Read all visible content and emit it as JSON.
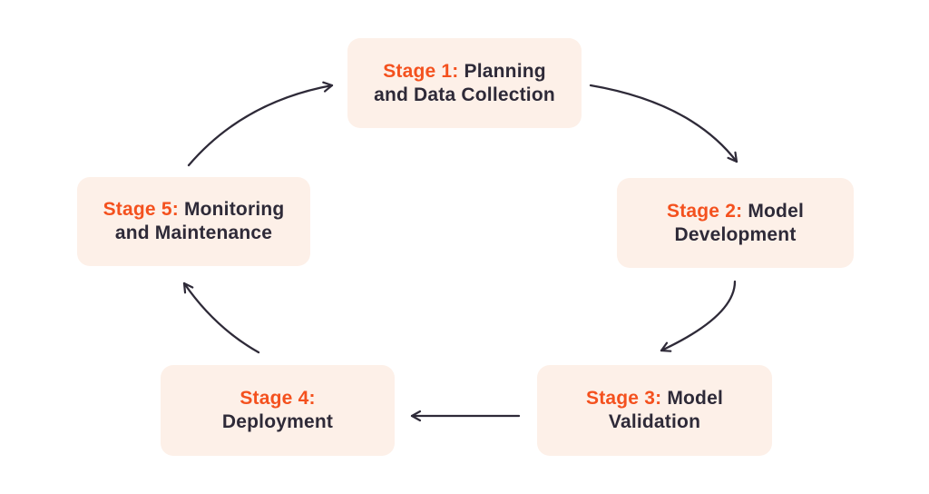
{
  "diagram": {
    "type": "cycle",
    "stage_count": 5,
    "colors": {
      "accent": "#F4511E",
      "text": "#2E2A38",
      "box_fill": "#FDF0E8",
      "arrow": "#2E2A38",
      "background": "#FFFFFF"
    },
    "stages": [
      {
        "prefix": "Stage 1:",
        "line1_rest": "Planning",
        "line2": "and Data Collection"
      },
      {
        "prefix": "Stage 2:",
        "line1_rest": "Model",
        "line2": "Development"
      },
      {
        "prefix": "Stage 3:",
        "line1_rest": "Model",
        "line2": "Validation"
      },
      {
        "prefix": "Stage 4:",
        "line1_rest": "",
        "line2": "Deployment"
      },
      {
        "prefix": "Stage 5:",
        "line1_rest": "Monitoring",
        "line2": "and Maintenance"
      }
    ],
    "connections": [
      {
        "from": "stage-1",
        "to": "stage-2"
      },
      {
        "from": "stage-2",
        "to": "stage-3"
      },
      {
        "from": "stage-3",
        "to": "stage-4"
      },
      {
        "from": "stage-4",
        "to": "stage-5"
      },
      {
        "from": "stage-5",
        "to": "stage-1"
      }
    ]
  }
}
